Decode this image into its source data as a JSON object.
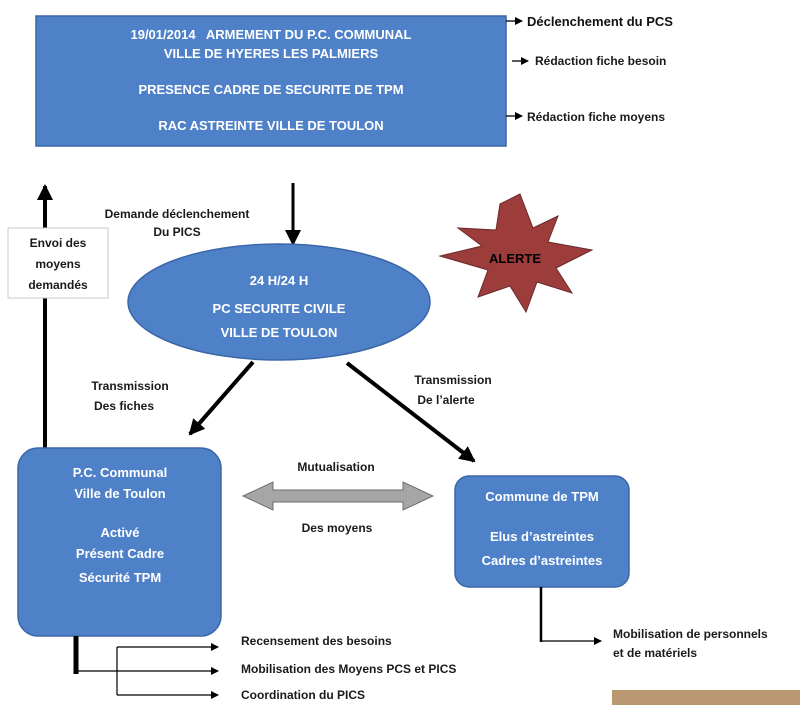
{
  "colors": {
    "box_fill": "#4f81c9",
    "box_stroke": "#3b66a8",
    "alert_fill": "#9c3c3b",
    "arrow": "#000000",
    "mutual_arrow": "#a6a6a6"
  },
  "top_box": {
    "line1": "19/01/2014   ARMEMENT DU P.C. COMMUNAL",
    "line2": "VILLE DE HYERES LES PALMIERS",
    "line3": "PRESENCE CADRE DE SECURITE DE TPM",
    "line4": "RAC ASTREINTE VILLE DE TOULON"
  },
  "right_actions": [
    "Déclenchement du PCS",
    "Rédaction fiche besoin",
    "Rédaction fiche moyens"
  ],
  "demand_label": {
    "line1": "Demande déclenchement",
    "line2": "Du PICS"
  },
  "envoi_box": {
    "line1": "Envoi des",
    "line2": "moyens",
    "line3": "demandés"
  },
  "alert": {
    "label": "ALERTE"
  },
  "center_ellipse": {
    "line1": "24 H/24 H",
    "line2": "PC SECURITE CIVILE",
    "line3": "VILLE DE TOULON"
  },
  "transmission_fiches": {
    "line1": "Transmission",
    "line2": "Des fiches"
  },
  "transmission_alerte": {
    "line1": "Transmission",
    "line2": "De l’alerte"
  },
  "left_box": {
    "line1": "P.C. Communal",
    "line2": "Ville de Toulon",
    "line3": "Activé",
    "line4": "Présent Cadre",
    "line5": "Sécurité TPM"
  },
  "mutualisation": {
    "top": "Mutualisation",
    "bottom": "Des moyens"
  },
  "right_box": {
    "line1": "Commune de TPM",
    "line2": "Elus d’astreintes",
    "line3": "Cadres d’astreintes"
  },
  "bottom_left_actions": [
    "Recensement des besoins",
    "Mobilisation des Moyens PCS et PICS",
    "Coordination du PICS"
  ],
  "bottom_right_action": {
    "line1": "Mobilisation de personnels",
    "line2": "et de matériels"
  }
}
